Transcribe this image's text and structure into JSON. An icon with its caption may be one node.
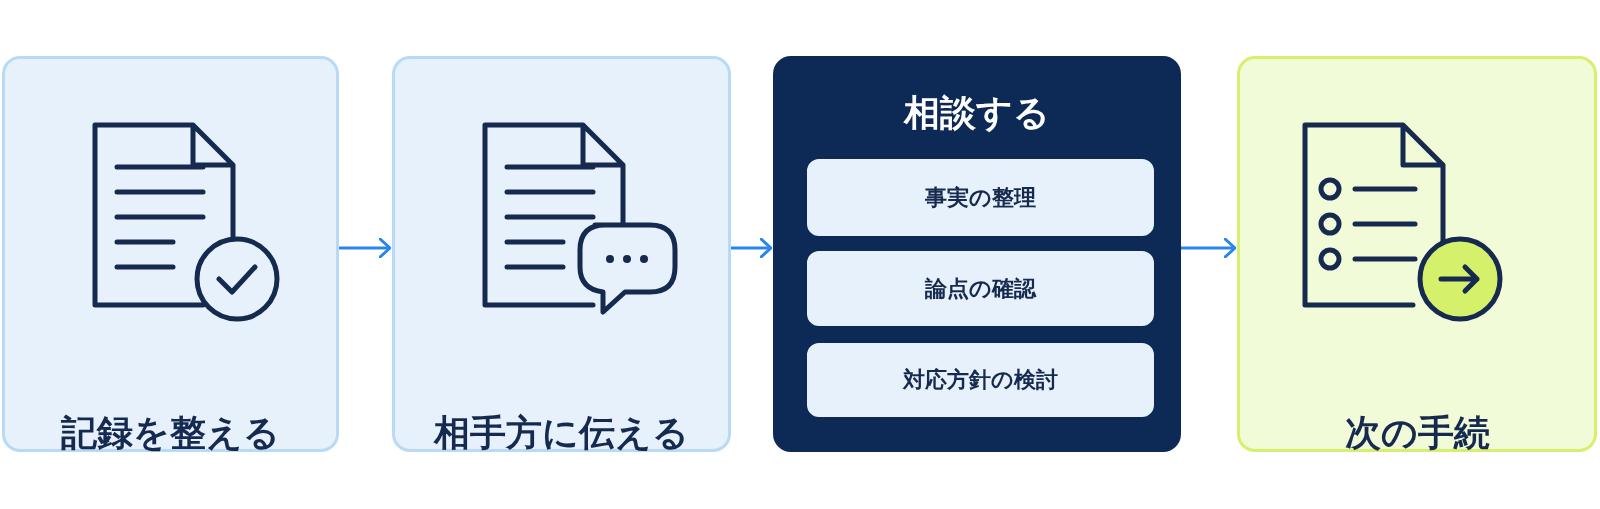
{
  "diagram": {
    "nodes": [
      {
        "text": [
          "記録を整える"
        ]
      },
      {
        "text": [
          "相手方に伝える"
        ]
      },
      {
        "text": [
          "相談する"
        ]
      },
      {
        "text": [
          "事実の整理"
        ],
        "in": 2
      },
      {
        "text": [
          "論点の確認"
        ],
        "in": 2
      },
      {
        "text": [
          "対応方針の検討"
        ],
        "in": 2
      },
      {
        "text": [
          "次の手続"
        ]
      }
    ],
    "edges": [
      {
        "from": 0,
        "to": 1,
        "arrow": "to"
      },
      {
        "from": 1,
        "to": 2,
        "arrow": "to"
      },
      {
        "from": 2,
        "to": 6,
        "arrow": "to"
      }
    ]
  }
}
